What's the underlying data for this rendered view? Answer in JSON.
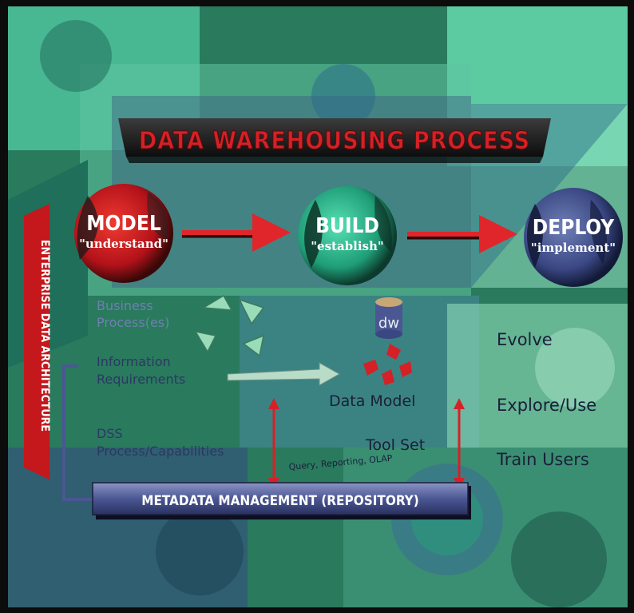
{
  "title": "DATA WAREHOUSING PROCESS",
  "side_label": "ENTERPRISE DATA ARCHITECTURE",
  "phases": [
    {
      "title": "MODEL",
      "subtitle": "\"understand\""
    },
    {
      "title": "BUILD",
      "subtitle": "\"establish\""
    },
    {
      "title": "DEPLOY",
      "subtitle": "\"implement\""
    }
  ],
  "left_items": {
    "business": [
      "Business",
      "Process(es)"
    ],
    "information": [
      "Information",
      "Requirements"
    ],
    "dss": [
      "DSS",
      "Process/Capabilities"
    ]
  },
  "center": {
    "dw_label": "dw",
    "data_model": "Data Model",
    "tool_set": "Tool Set",
    "tool_set_detail": "Query, Reporting, OLAP"
  },
  "right_items": [
    "Evolve",
    "Explore/Use",
    "Train Users"
  ],
  "metadata_bar": "METADATA MANAGEMENT (REPOSITORY)",
  "colors": {
    "background_dark": "#1f4a3a",
    "teal": "#2fc79a",
    "red": "#c4181c",
    "navy": "#2c3864",
    "text_light": "#e6ecf2"
  }
}
